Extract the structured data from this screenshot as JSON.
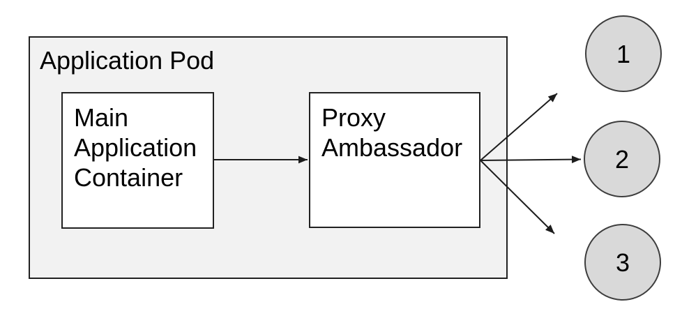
{
  "diagram": {
    "pod": {
      "label": "Application Pod"
    },
    "nodes": [
      {
        "id": "main-application-container",
        "label": "Main Application Container"
      },
      {
        "id": "proxy-ambassador",
        "label": "Proxy Ambassador"
      }
    ],
    "endpoints": [
      {
        "id": "endpoint-1",
        "label": "1"
      },
      {
        "id": "endpoint-2",
        "label": "2"
      },
      {
        "id": "endpoint-3",
        "label": "3"
      }
    ],
    "connections": [
      {
        "from": "main-application-container",
        "to": "proxy-ambassador"
      },
      {
        "from": "proxy-ambassador",
        "to": "endpoint-1"
      },
      {
        "from": "proxy-ambassador",
        "to": "endpoint-2"
      },
      {
        "from": "proxy-ambassador",
        "to": "endpoint-3"
      }
    ],
    "colors": {
      "background": "#ffffff",
      "pod_fill": "#f2f2f2",
      "node_fill": "#ffffff",
      "node_border": "#212121",
      "endpoint_fill": "#d9d9d9",
      "endpoint_border": "#3d3d3d",
      "arrow": "#1c1c1c",
      "text": "#000000"
    }
  }
}
